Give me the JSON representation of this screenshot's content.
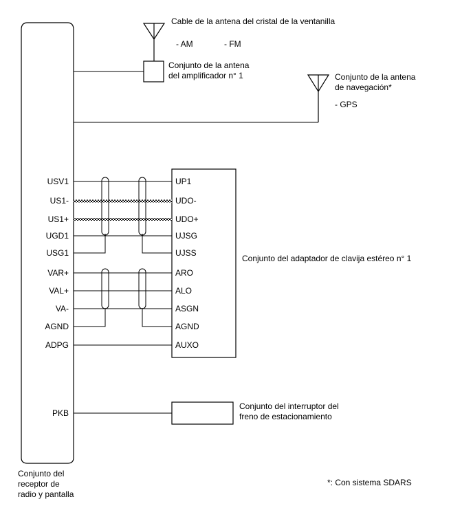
{
  "receiver": {
    "label_lines": [
      "Conjunto del",
      "receptor de",
      "radio y pantalla"
    ]
  },
  "window_antenna": {
    "title": "Cable de la antena del cristal de la ventanilla",
    "bands": [
      "- AM",
      "- FM"
    ]
  },
  "amplifier": {
    "label_lines": [
      "Conjunto de la antena",
      "del amplificador n° 1"
    ]
  },
  "nav_antenna": {
    "label_lines": [
      "Conjunto de la antena",
      "de navegación*"
    ],
    "band": "- GPS"
  },
  "stereo_adapter": {
    "label": "Conjunto del adaptador de clavija estéreo n° 1"
  },
  "brake_switch": {
    "label_lines": [
      "Conjunto del interruptor del",
      "freno de estacionamiento"
    ]
  },
  "left_pins": [
    "USV1",
    "US1-",
    "US1+",
    "UGD1",
    "USG1",
    "VAR+",
    "VAL+",
    "VA-",
    "AGND",
    "ADPG",
    "PKB"
  ],
  "right_pins": [
    "UP1",
    "UDO-",
    "UDO+",
    "UJSG",
    "UJSS",
    "ARO",
    "ALO",
    "ASGN",
    "AGND",
    "AUXO"
  ],
  "footnote": "*: Con sistema SDARS"
}
